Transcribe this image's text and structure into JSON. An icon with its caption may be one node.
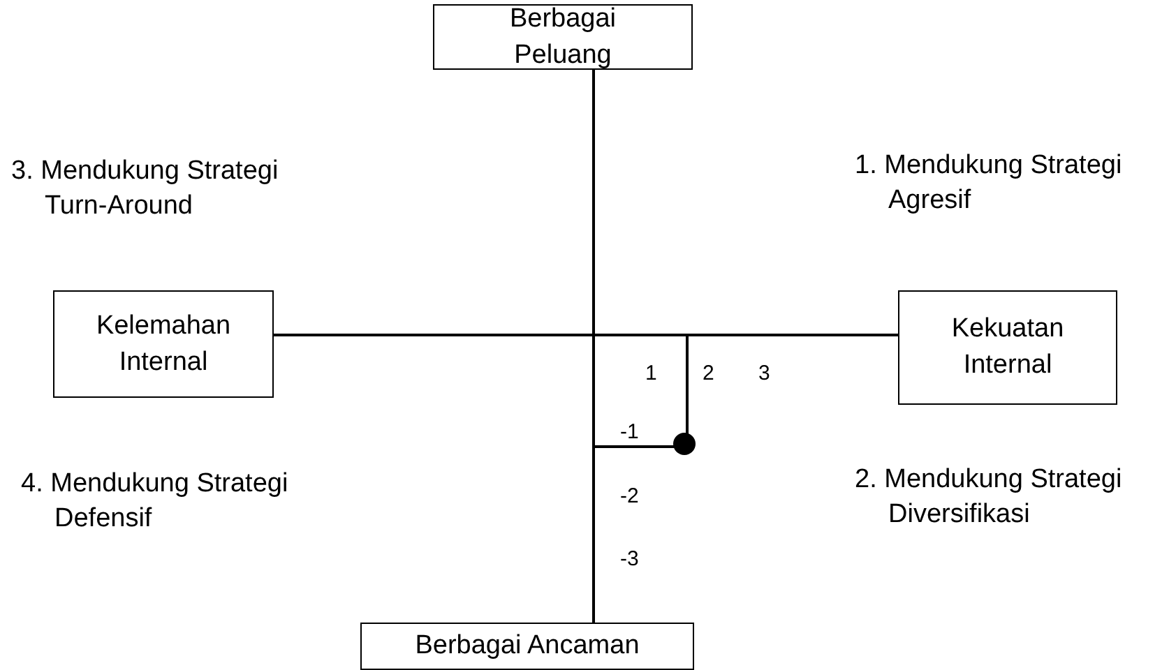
{
  "diagram": {
    "nodes": [
      {
        "text": [
          "Berbagai Peluang"
        ]
      },
      {
        "text": [
          "Kelemahan Internal"
        ]
      },
      {
        "text": [
          "Kekuatan Internal"
        ]
      },
      {
        "text": [
          "Berbagai Ancaman"
        ]
      },
      {
        "text": [],
        "shape": "circle"
      }
    ],
    "edges": [
      {
        "from": 0,
        "to": 3,
        "arrow": "none"
      },
      {
        "from": 1,
        "to": 2,
        "arrow": "none"
      }
    ],
    "labels": [
      "3. Mendukung Strategi Turn-Around",
      "1. Mendukung Strategi Agresif",
      "1",
      "2",
      "3",
      "-1",
      "4. Mendukung Strategi Defensif",
      "2. Mendukung Strategi Diversifikasi",
      "-2",
      "-3"
    ]
  }
}
